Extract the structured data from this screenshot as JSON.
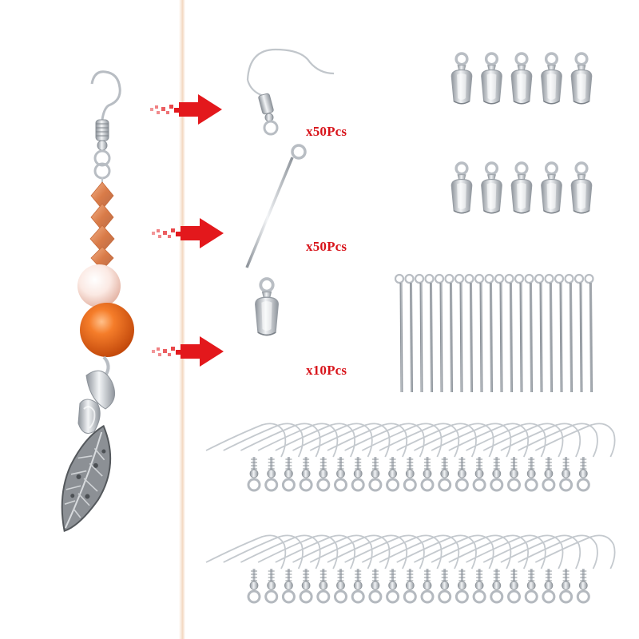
{
  "labels": {
    "ear_wire_qty": "x50Pcs",
    "eye_pin_qty": "x50Pcs",
    "pinch_bail_qty": "x10Pcs"
  },
  "colors": {
    "arrow": "#e3181c",
    "label": "#d8141b",
    "metal": "#c9cdd2",
    "bead_orange": "#ee6a1c",
    "bead_peach": "#e89a6e",
    "pearl": "#f7e6e0"
  },
  "counts": {
    "pinch_bails_grid": 10,
    "eye_pins_row": 20,
    "ear_wires_per_row": 20,
    "ear_wire_rows": 2
  }
}
